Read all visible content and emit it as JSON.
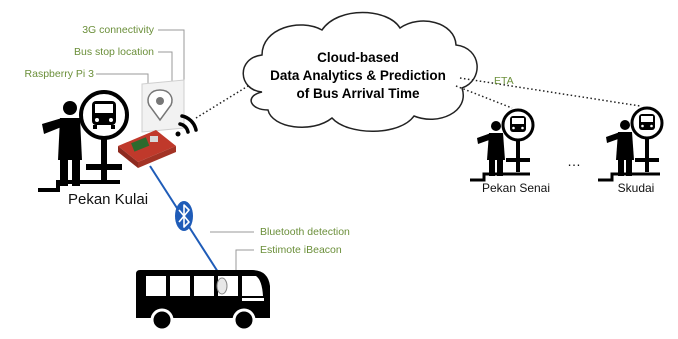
{
  "cloud": {
    "line1": "Cloud-based",
    "line2": "Data Analytics & Prediction",
    "line3": "of Bus Arrival Time"
  },
  "labels": {
    "connectivity": "3G connectivity",
    "bus_stop_location": "Bus stop location",
    "raspberry": "Raspberry Pi 3",
    "eta": "ETA",
    "bluetooth": "Bluetooth detection",
    "ibeacon": "Estimote iBeacon"
  },
  "stops": {
    "main": "Pekan Kulai",
    "second": "Pekan Senai",
    "third": "Skudai",
    "ellipsis": "…"
  },
  "colors": {
    "label_green": "#6b8f3a",
    "bluetooth_blue": "#1f5cb8",
    "leader_gray": "#9a9a9a"
  }
}
